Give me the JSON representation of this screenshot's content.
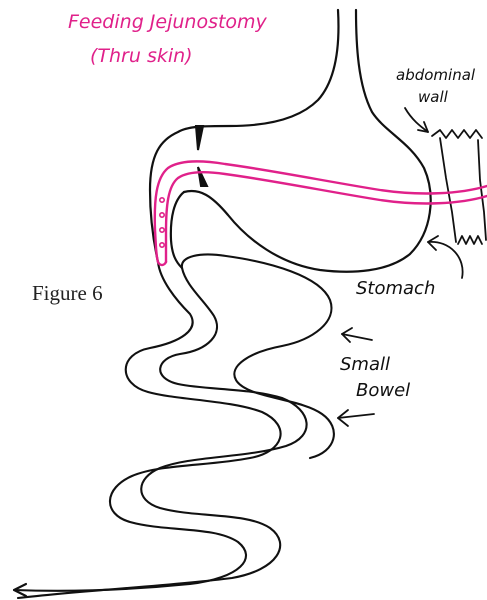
{
  "title_line1": "Feeding Jejunostomy",
  "title_line2": "(Thru skin)",
  "figure_label": "Figure 6",
  "labels": {
    "abdominal_wall_line1": "abdominal",
    "abdominal_wall_line2": "wall",
    "stomach": "Stomach",
    "small_bowel_line1": "Small",
    "small_bowel_line2": "Bowel"
  },
  "colors": {
    "ink": "#111111",
    "tube": "#e0218a",
    "background": "#ffffff"
  }
}
